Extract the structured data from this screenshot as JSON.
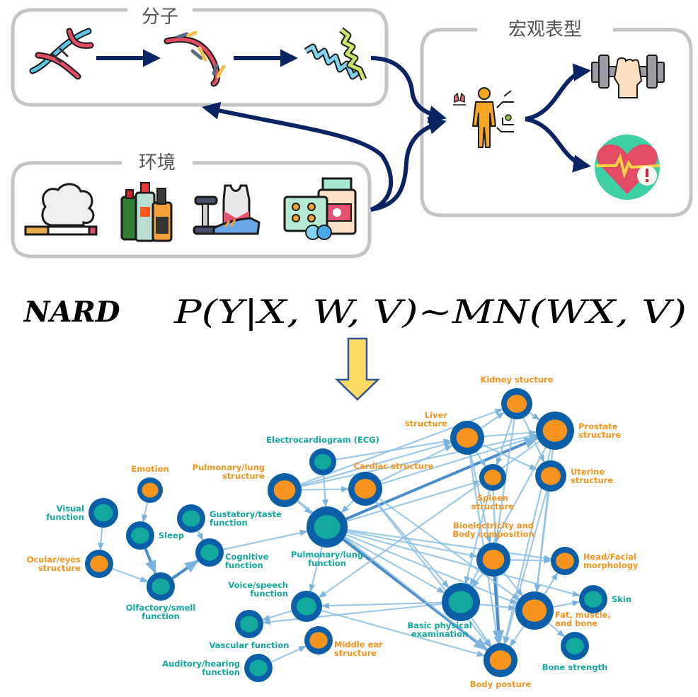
{
  "molecular_group": {
    "title": "分子",
    "icons": [
      "dna-icon",
      "rna-icon",
      "protein-icon"
    ]
  },
  "environment_group": {
    "title": "环境",
    "icons": [
      "cigarette-smoke-icon",
      "alcohol-bottles-icon",
      "exercise-gear-icon",
      "medicine-icon"
    ]
  },
  "phenotype_group": {
    "title": "宏观表型",
    "icons": [
      "human-body-icon",
      "fitness-dumbbell-icon",
      "heart-health-alert-icon"
    ]
  },
  "formula": {
    "model_name": "NARD",
    "expression": "P(Y|X, W, V)~MN(WX, V)"
  },
  "colors": {
    "arrow": "#0a2463",
    "group_border": "#c4c4c4",
    "node_ring": "#0b5ea8",
    "teal": "#13a89e",
    "orange": "#f7941d",
    "edge": "#5fa3d6",
    "down_arrow_fill": "#ffd966",
    "down_arrow_stroke": "#2f5597"
  },
  "network": {
    "nodes": [
      {
        "id": "kidney",
        "label": [
          "Kidney stucture"
        ],
        "type": "structure"
      },
      {
        "id": "liver",
        "label": [
          "Liver",
          "structure"
        ],
        "type": "structure"
      },
      {
        "id": "prostate",
        "label": [
          "Prostate",
          "structure"
        ],
        "type": "structure"
      },
      {
        "id": "ecg",
        "label": [
          "Electrocardiogram (ECG)"
        ],
        "type": "function"
      },
      {
        "id": "emotion",
        "label": [
          "Emotion"
        ],
        "type": "structure"
      },
      {
        "id": "pulm_struct",
        "label": [
          "Pulmonary/lung",
          "structure"
        ],
        "type": "structure"
      },
      {
        "id": "cardiac",
        "label": [
          "Cardiac structure"
        ],
        "type": "structure"
      },
      {
        "id": "spleen",
        "label": [
          "Spleen",
          "structure"
        ],
        "type": "structure"
      },
      {
        "id": "uterine",
        "label": [
          "Uterine",
          "structure"
        ],
        "type": "structure"
      },
      {
        "id": "visual",
        "label": [
          "Visual",
          "function"
        ],
        "type": "function"
      },
      {
        "id": "gustatory",
        "label": [
          "Gustatory/taste",
          "function"
        ],
        "type": "function"
      },
      {
        "id": "sleep",
        "label": [
          "Sleep"
        ],
        "type": "function"
      },
      {
        "id": "pulm_func",
        "label": [
          "Pulmonary/lung",
          "function"
        ],
        "type": "function"
      },
      {
        "id": "bioelec",
        "label": [
          "Bioelectricity and",
          "Body composition"
        ],
        "type": "structure"
      },
      {
        "id": "head",
        "label": [
          "Head/Facial",
          "morphology"
        ],
        "type": "structure"
      },
      {
        "id": "ocular",
        "label": [
          "Ocular/eyes",
          "structure"
        ],
        "type": "structure"
      },
      {
        "id": "cognitive",
        "label": [
          "Cognitive",
          "function"
        ],
        "type": "function"
      },
      {
        "id": "olfactory",
        "label": [
          "Olfactory/smell",
          "function"
        ],
        "type": "function"
      },
      {
        "id": "voice",
        "label": [
          "Voice/speech",
          "function"
        ],
        "type": "function"
      },
      {
        "id": "basic",
        "label": [
          "Basic physical",
          "examination"
        ],
        "type": "function"
      },
      {
        "id": "skin",
        "label": [
          "Skin"
        ],
        "type": "function"
      },
      {
        "id": "fat",
        "label": [
          "Fat, muscle,",
          "and bone"
        ],
        "type": "structure"
      },
      {
        "id": "vascular",
        "label": [
          "Vascular function"
        ],
        "type": "function"
      },
      {
        "id": "middle_ear",
        "label": [
          "Middle ear",
          "structure"
        ],
        "type": "structure"
      },
      {
        "id": "bone_strength",
        "label": [
          "Bone strength"
        ],
        "type": "function"
      },
      {
        "id": "auditory",
        "label": [
          "Auditory/hearing",
          "function"
        ],
        "type": "function"
      },
      {
        "id": "posture",
        "label": [
          "Body posture"
        ],
        "type": "structure"
      }
    ],
    "edges": [
      [
        "emotion",
        "sleep"
      ],
      [
        "visual",
        "ocular"
      ],
      [
        "ocular",
        "olfactory"
      ],
      [
        "sleep",
        "olfactory"
      ],
      [
        "olfactory",
        "cognitive"
      ],
      [
        "gustatory",
        "cognitive"
      ],
      [
        "cognitive",
        "pulm_func"
      ],
      [
        "auditory",
        "middle_ear"
      ],
      [
        "voice",
        "vascular"
      ],
      [
        "basic",
        "vascular"
      ],
      [
        "pulm_struct",
        "pulm_func"
      ],
      [
        "pulm_struct",
        "cardiac"
      ],
      [
        "pulm_struct",
        "liver"
      ],
      [
        "pulm_struct",
        "prostate"
      ],
      [
        "pulm_struct",
        "kidney"
      ],
      [
        "ecg",
        "pulm_func"
      ],
      [
        "ecg",
        "liver"
      ],
      [
        "cardiac",
        "pulm_func"
      ],
      [
        "cardiac",
        "prostate"
      ],
      [
        "cardiac",
        "liver"
      ],
      [
        "pulm_func",
        "prostate"
      ],
      [
        "pulm_func",
        "bioelec"
      ],
      [
        "pulm_func",
        "basic"
      ],
      [
        "pulm_func",
        "posture"
      ],
      [
        "pulm_func",
        "fat"
      ],
      [
        "pulm_func",
        "voice"
      ],
      [
        "pulm_func",
        "head"
      ],
      [
        "pulm_func",
        "skin"
      ],
      [
        "pulm_func",
        "spleen"
      ],
      [
        "liver",
        "kidney"
      ],
      [
        "liver",
        "prostate"
      ],
      [
        "liver",
        "spleen"
      ],
      [
        "liver",
        "uterine"
      ],
      [
        "liver",
        "posture"
      ],
      [
        "liver",
        "bioelec"
      ],
      [
        "kidney",
        "spleen"
      ],
      [
        "kidney",
        "prostate"
      ],
      [
        "kidney",
        "bioelec"
      ],
      [
        "kidney",
        "uterine"
      ],
      [
        "prostate",
        "fat"
      ],
      [
        "prostate",
        "posture"
      ],
      [
        "prostate",
        "basic"
      ],
      [
        "prostate",
        "voice"
      ],
      [
        "uterine",
        "fat"
      ],
      [
        "uterine",
        "posture"
      ],
      [
        "spleen",
        "posture"
      ],
      [
        "spleen",
        "basic"
      ],
      [
        "bioelec",
        "posture"
      ],
      [
        "bioelec",
        "fat"
      ],
      [
        "bioelec",
        "basic"
      ],
      [
        "bioelec",
        "head"
      ],
      [
        "basic",
        "posture"
      ],
      [
        "basic",
        "fat"
      ],
      [
        "basic",
        "voice"
      ],
      [
        "fat",
        "posture"
      ],
      [
        "fat",
        "skin"
      ],
      [
        "fat",
        "bone_strength"
      ],
      [
        "fat",
        "head"
      ],
      [
        "cardiac",
        "basic"
      ],
      [
        "cardiac",
        "posture"
      ],
      [
        "cardiac",
        "fat"
      ],
      [
        "pulm_struct",
        "posture"
      ],
      [
        "voice",
        "posture"
      ]
    ],
    "thick_edges": [
      [
        "pulm_func",
        "prostate"
      ],
      [
        "pulm_func",
        "posture"
      ],
      [
        "bioelec",
        "posture"
      ],
      [
        "olfactory",
        "cognitive"
      ],
      [
        "sleep",
        "olfactory"
      ]
    ]
  }
}
